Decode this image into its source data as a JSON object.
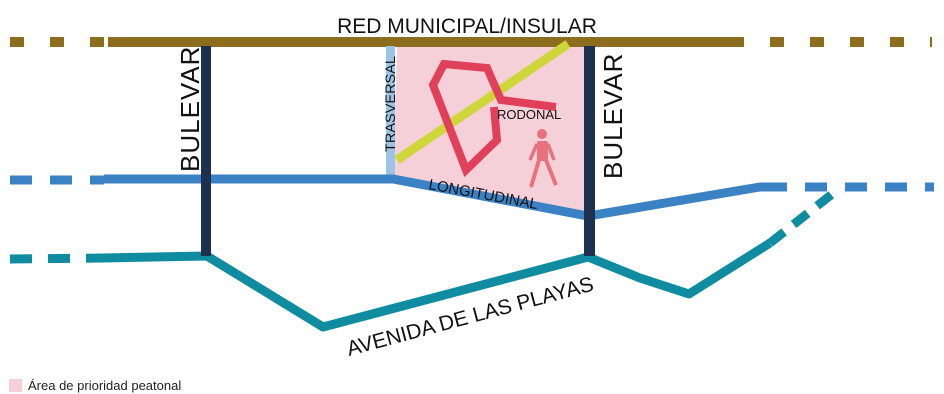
{
  "labels": {
    "municipal": "RED MUNICIPAL/INSULAR",
    "bulevar_left": "BULEVAR",
    "bulevar_right": "BULEVAR",
    "trasversal": "TRASVERSAL",
    "rodonal": "RODONAL",
    "longitudinal": "LONGITUDINAL",
    "avenida": "AVENIDA DE LAS PLAYAS"
  },
  "legend": {
    "label": "Área de prioridad peatonal"
  },
  "colors": {
    "municipal": "#8b6d1d",
    "boulevard": "#1e3050",
    "longitudinal": "#3b82c4",
    "trasversal": "#9cc4e6",
    "avenida": "#0f8ca0",
    "pedestrian_area": "#f5d0d9",
    "rodonal": "#e0405a",
    "diagonal": "#cfd63a",
    "pedestrian_icon": "#e8717e"
  },
  "icons": {
    "pedestrian": "pedestrian-icon"
  }
}
